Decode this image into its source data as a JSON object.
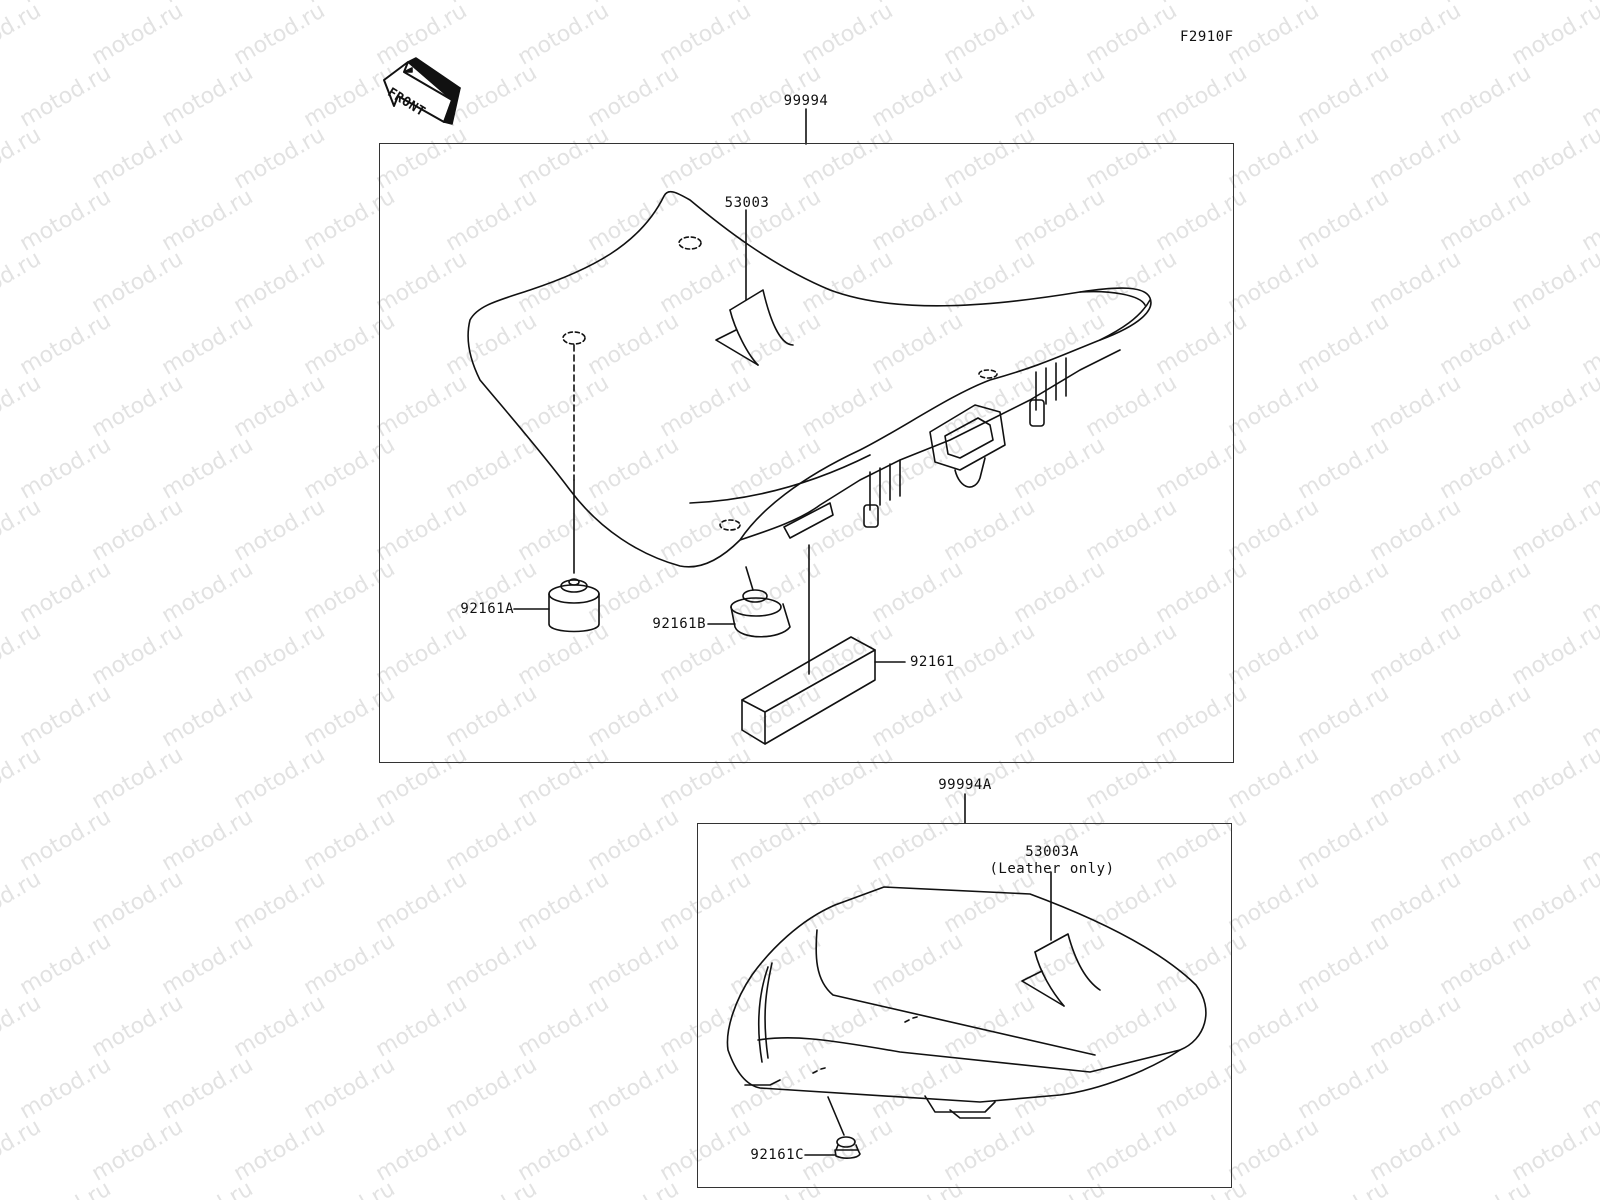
{
  "diagram": {
    "figure_code": "F2910F",
    "front_indicator": "FRONT",
    "watermark_text": "motod.ru",
    "colors": {
      "line": "#111111",
      "frame": "#333333",
      "watermark": "#d9d9d9",
      "background": "#ffffff"
    },
    "assemblies": [
      {
        "id": "main-seat-assembly",
        "part_number": "99994",
        "parts": [
          {
            "part_number": "53003",
            "description": "seat cover label/tag"
          },
          {
            "part_number": "92161A",
            "description": "damper (round)"
          },
          {
            "part_number": "92161B",
            "description": "damper (small round)"
          },
          {
            "part_number": "92161",
            "description": "damper (rectangular block)"
          }
        ]
      },
      {
        "id": "pillion-seat-assembly",
        "part_number": "99994A",
        "parts": [
          {
            "part_number": "53003A",
            "note": "(Leather only)",
            "description": "seat cover label/tag"
          },
          {
            "part_number": "92161C",
            "description": "damper (small)"
          }
        ]
      }
    ]
  }
}
